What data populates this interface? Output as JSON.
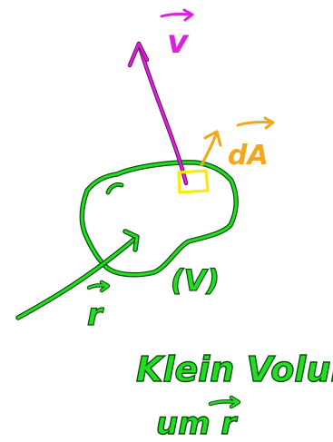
{
  "colors": {
    "background": "#ffffff",
    "green": "#22dd22",
    "green_outline": "#0b4d0b",
    "magenta": "#dd22dd",
    "orange": "#f2a81c",
    "yellow": "#f6ec10"
  },
  "labels": {
    "velocity": "v",
    "area_element": "dA",
    "volume": "(V)",
    "position": "r",
    "caption_line1": "Klein Volum",
    "caption_line2": "um r"
  }
}
